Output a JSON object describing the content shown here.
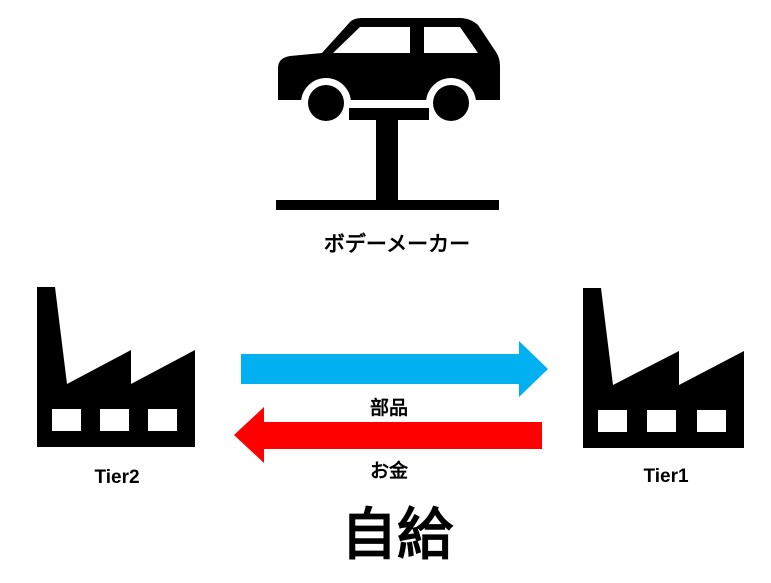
{
  "diagram": {
    "car_maker_label": "ボデーメーカー",
    "tier2_label": "Tier2",
    "tier1_label": "Tier1",
    "parts_label": "部品",
    "money_label": "お金",
    "bottom_title": "自給"
  },
  "colors": {
    "parts_arrow": "#00b0f0",
    "money_arrow": "#ff0000",
    "icon_fill": "#000000",
    "background": "#ffffff"
  },
  "icons": {
    "car": "car-on-lift-icon",
    "tier2": "factory-icon",
    "tier1": "factory-icon"
  }
}
